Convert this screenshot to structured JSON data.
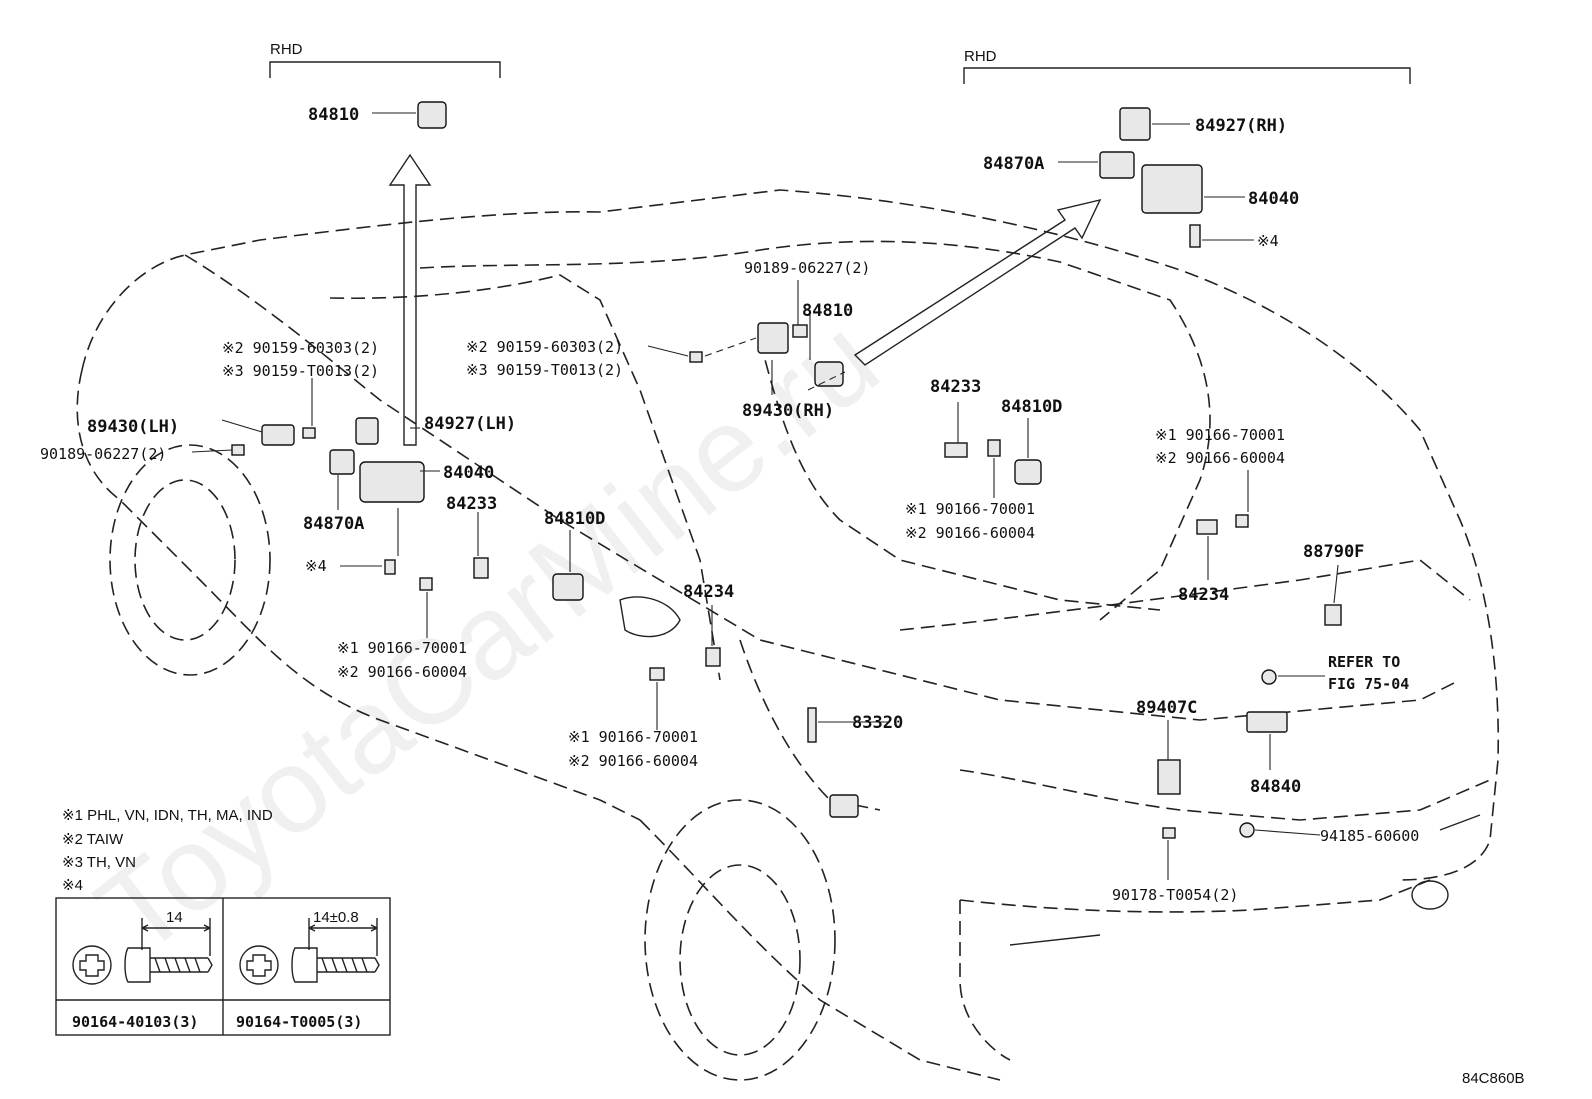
{
  "watermark": "ToyotaCarMine.ru",
  "figure_code": "84C860B",
  "rhd_left": "RHD",
  "rhd_right": "RHD",
  "callouts": {
    "p84810_top": "84810",
    "p84927_rh": "84927(RH)",
    "p84870a_right": "84870A",
    "p84040_right": "84040",
    "note4_right": "※4",
    "p90189_mid": "90189-06227(2)",
    "p84810_mid": "84810",
    "note_mid_2": "※2 90159-60303(2)",
    "note_mid_3": "※3 90159-T0013(2)",
    "p89430_rh": "89430(RH)",
    "p84233_right": "84233",
    "p84810d_right": "84810D",
    "note_r_1": "※1 90166-70001",
    "note_r_2": "※2 90166-60004",
    "note_rr_1": "※1 90166-70001",
    "note_rr_2": "※2 90166-60004",
    "p84234_right": "84234",
    "p88790f": "88790F",
    "refer_1": "REFER TO",
    "refer_2": "FIG 75-04",
    "p89407c": "89407C",
    "p84840": "84840",
    "p94185": "94185-60600",
    "p90178": "90178-T0054(2)",
    "p83320": "83320",
    "p84234_mid": "84234",
    "note_c_1": "※1 90166-70001",
    "note_c_2": "※2 90166-60004",
    "p84810d_mid": "84810D",
    "note_l_2": "※2 90159-60303(2)",
    "note_l_3": "※3 90159-T0013(2)",
    "p89430_lh": "89430(LH)",
    "p84927_lh": "84927(LH)",
    "p90189_left": "90189-06227(2)",
    "p84040_left": "84040",
    "p84870a_left": "84870A",
    "p84233_left": "84233",
    "note4_left": "※4",
    "note_bl_1": "※1 90166-70001",
    "note_bl_2": "※2 90166-60004"
  },
  "legend": {
    "line1": "※1 PHL, VN, IDN, TH, MA, IND",
    "line2": "※2 TAIW",
    "line3": "※3 TH, VN",
    "line4": "※4",
    "dim_a": "14",
    "dim_b": "14±0.8",
    "part_a": "90164-40103(3)",
    "part_b": "90164-T0005(3)"
  }
}
